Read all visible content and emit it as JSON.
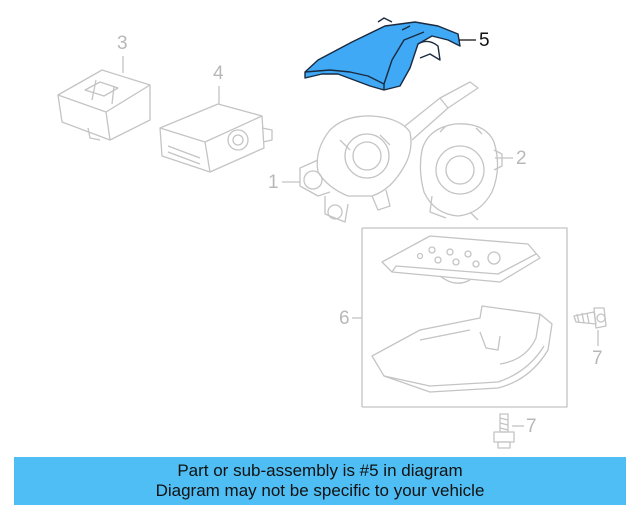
{
  "diagram": {
    "callouts": [
      "1",
      "2",
      "3",
      "4",
      "5",
      "6",
      "7",
      "7"
    ],
    "highlighted_part": "5",
    "highlight_color": "#3fa9f5",
    "line_color": "#c4c4c4"
  },
  "banner": {
    "line1": "Part or sub-assembly is #5 in diagram",
    "line2": "Diagram may not be specific to your vehicle",
    "background": "#4fbef4"
  }
}
